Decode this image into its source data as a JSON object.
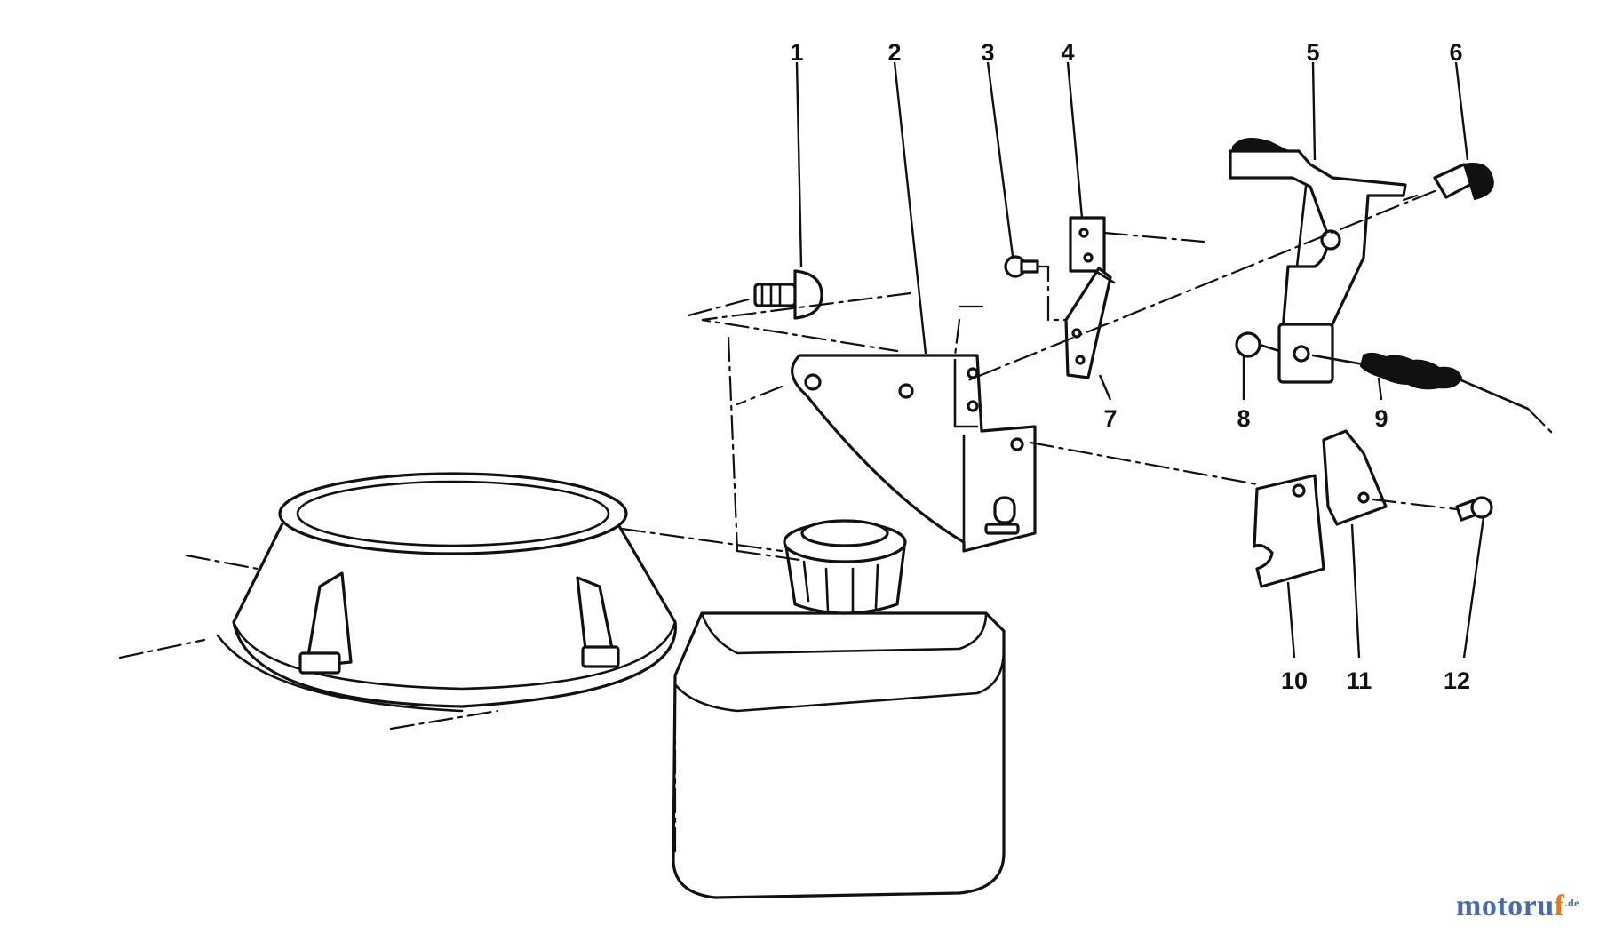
{
  "diagram": {
    "callouts": [
      "1",
      "2",
      "3",
      "4",
      "5",
      "6",
      "7",
      "8",
      "9",
      "10",
      "11",
      "12"
    ]
  },
  "watermark": {
    "main": "motoru",
    "accent": "f",
    "tld": ".de"
  }
}
